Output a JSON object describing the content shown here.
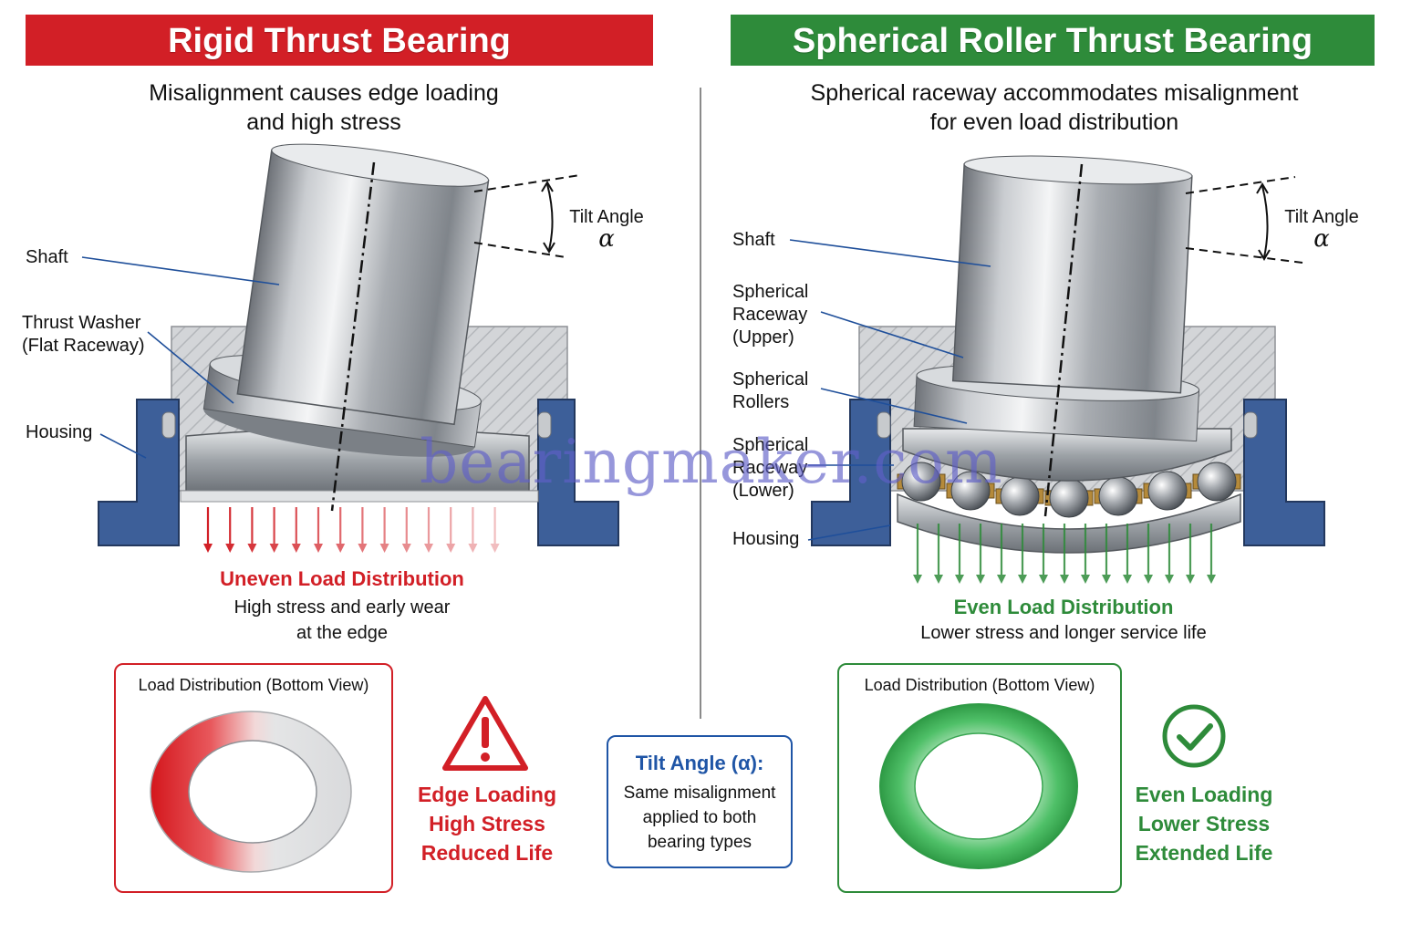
{
  "left": {
    "header": "Rigid Thrust Bearing",
    "subtitle_line1": "Misalignment causes edge loading",
    "subtitle_line2": "and high stress",
    "labels": {
      "shaft": "Shaft",
      "washer_line1": "Thrust Washer",
      "washer_line2": "(Flat Raceway)",
      "housing": "Housing"
    },
    "tilt_label": "Tilt Angle",
    "tilt_symbol": "α",
    "load_head": "Uneven Load Distribution",
    "load_line1": "High stress and early wear",
    "load_line2": "at the edge",
    "box_title": "Load Distribution (Bottom View)",
    "status": [
      "Edge Loading",
      "High Stress",
      "Reduced Life"
    ]
  },
  "right": {
    "header": "Spherical Roller Thrust Bearing",
    "subtitle_line1": "Spherical raceway accommodates misalignment",
    "subtitle_line2": "for even load distribution",
    "labels": {
      "shaft": "Shaft",
      "upper_line1": "Spherical",
      "upper_line2": "Raceway",
      "upper_line3": "(Upper)",
      "rollers_line1": "Spherical",
      "rollers_line2": "Rollers",
      "lower_line1": "Spherical",
      "lower_line2": "Raceway",
      "lower_line3": "(Lower)",
      "housing": "Housing"
    },
    "tilt_label": "Tilt Angle",
    "tilt_symbol": "α",
    "load_head": "Even Load Distribution",
    "load_line1": "Lower stress and longer service life",
    "box_title": "Load Distribution (Bottom View)",
    "status": [
      "Even Loading",
      "Lower Stress",
      "Extended Life"
    ]
  },
  "note": {
    "title": "Tilt Angle (α):",
    "line1": "Same misalignment",
    "line2": "applied to both",
    "line3": "bearing types"
  },
  "watermark": "bearingmaker.com",
  "colors": {
    "red": "#d21f26",
    "green": "#2e8b3a",
    "blue": "#1f55a6",
    "housing": "#3d5f99"
  },
  "icons": {
    "warning": "warning-triangle-icon",
    "check": "check-circle-icon"
  }
}
